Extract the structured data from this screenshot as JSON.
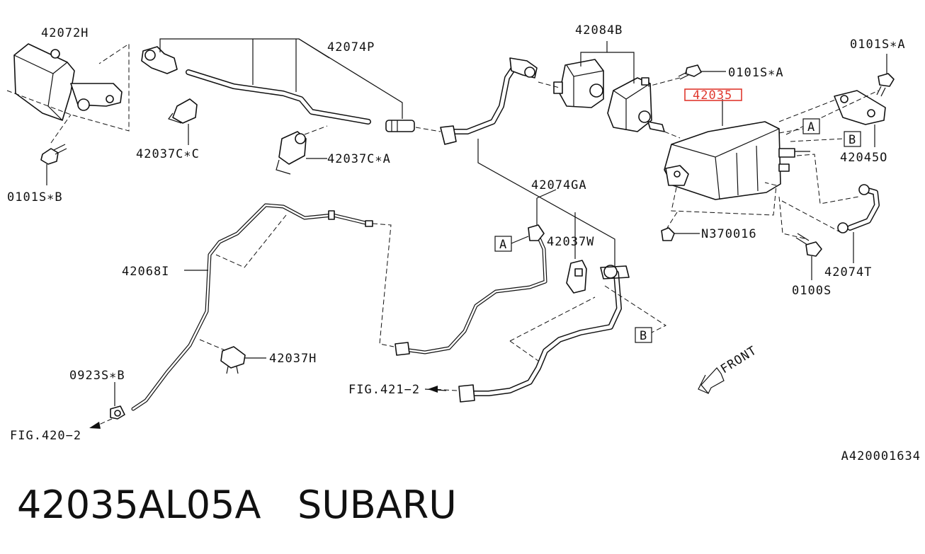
{
  "part_number": "42035AL05A",
  "brand": "SUBARU",
  "reference_code": "A420001634",
  "highlight_color": "#e0392f",
  "labels": {
    "l_42072H": "42072H",
    "l_42074P": "42074P",
    "l_42084B": "42084B",
    "l_0101SA_top": "0101S∗A",
    "l_0101SA_mid": "0101S∗A",
    "l_42035": "42035",
    "l_42037CC": "42037C∗C",
    "l_42037CA": "42037C∗A",
    "l_0101SB": "0101S∗B",
    "l_A_right": "A",
    "l_B_right": "B",
    "l_42045O": "42045O",
    "l_42074GA": "42074GA",
    "l_N370016": "N370016",
    "l_A_mid": "A",
    "l_42037W": "42037W",
    "l_42068I": "42068I",
    "l_0100S": "0100S",
    "l_42074T": "42074T",
    "l_B_low": "B",
    "l_42037H": "42037H",
    "l_0923SB": "0923S∗B",
    "l_fig421": "FIG.421−2",
    "l_fig420": "FIG.420−2",
    "l_front": "FRONT"
  }
}
